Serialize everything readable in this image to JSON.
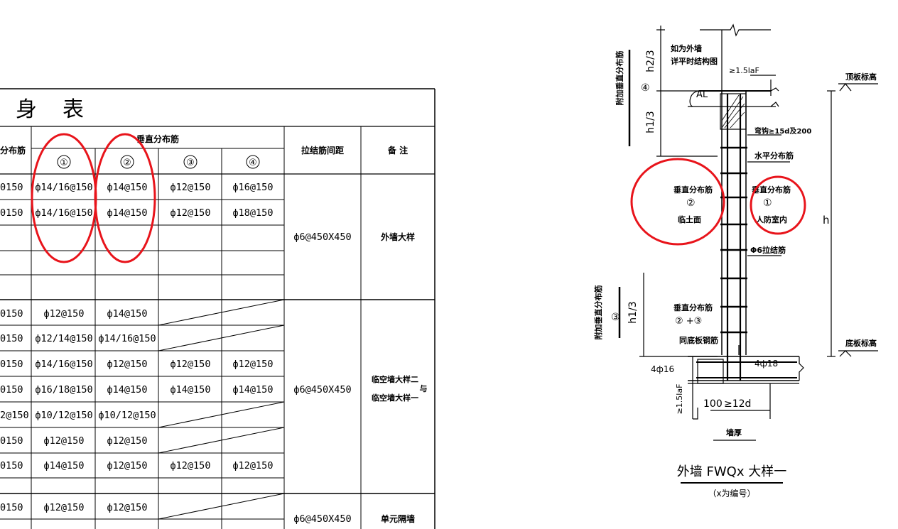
{
  "table": {
    "title_left": "身",
    "title_right": "表",
    "headers": {
      "left_partial": "分布筋",
      "vertical": "垂直分布筋",
      "col1": "①",
      "col2": "②",
      "col3": "③",
      "col4": "④",
      "tie": "拉结筋间距",
      "note": "备 注"
    },
    "left_cells": [
      "0150",
      "0150",
      "0150",
      "0150",
      "0150",
      "0150",
      "2@150",
      "0150",
      "0150",
      "0150"
    ],
    "rows": [
      [
        "ф14/16@150",
        "ф14@150",
        "ф12@150",
        "ф16@150"
      ],
      [
        "ф14/16@150",
        "ф14@150",
        "ф12@150",
        "ф18@150"
      ],
      [
        "ф12@150",
        "ф14@150",
        "",
        ""
      ],
      [
        "ф12/14@150",
        "ф14/16@150",
        "",
        ""
      ],
      [
        "ф14/16@150",
        "ф12@150",
        "ф12@150",
        "ф12@150"
      ],
      [
        "ф16/18@150",
        "ф14@150",
        "ф14@150",
        "ф14@150"
      ],
      [
        "ф10/12@150",
        "ф10/12@150",
        "",
        ""
      ],
      [
        "ф12@150",
        "ф12@150",
        "",
        ""
      ],
      [
        "ф14@150",
        "ф12@150",
        "ф12@150",
        "ф12@150"
      ],
      [
        "ф12@150",
        "ф12@150",
        "",
        ""
      ]
    ],
    "tie_spacing": [
      "ф6@450X450",
      "ф6@450X450",
      "ф6@450X450"
    ],
    "notes": {
      "g1": "外墙大样",
      "g2a": "临空墙大样二",
      "g2b": "临空墙大样一",
      "g2c": "与",
      "g3": "单元隔墙"
    }
  },
  "detail": {
    "left_vertical_4": "附加垂直分布筋",
    "circle4": "④",
    "h23": "h2/3",
    "outer_wall_1": "如为外墙",
    "outer_wall_2": "详平时结构图",
    "anchor_top": "≥1.5laF",
    "al": "AL",
    "roof": "顶板标高",
    "hook": "弯钩≥15d及200",
    "h13_top": "h1/3",
    "horizontal": "水平分布筋",
    "vert_left": "垂直分布筋",
    "circle2": "②",
    "soil": "临土面",
    "vert_right": "垂直分布筋",
    "circle1": "①",
    "indoor": "人防室内",
    "h": "h",
    "tie": "Φ6拉结筋",
    "left_vertical_3": "附加垂直分布筋",
    "circle3": "③",
    "h13_bot": "h1/3",
    "vert_bottom": "垂直分布筋",
    "combo": "② +③",
    "same_slab": "同底板钢筋",
    "bottom": "底板标高",
    "bar_left": "4ф16",
    "bar_right": "4ф18",
    "anchor_bottom": "≥1.5laF",
    "dim1": "100",
    "dim2": "≥12d",
    "wall_thk": "墙厚",
    "caption": "外墙 FWQx 大样一",
    "caption_sub": "（x为编号）"
  },
  "annotation_color": "#e8141b"
}
